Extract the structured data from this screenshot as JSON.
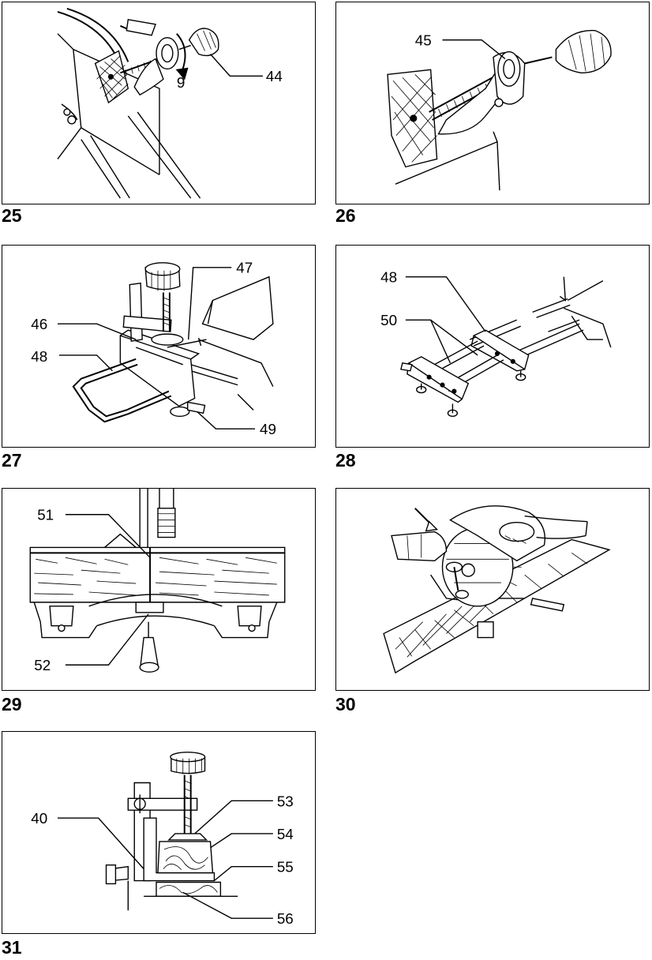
{
  "figures": [
    {
      "number": "25",
      "callouts": [
        "44",
        "9"
      ]
    },
    {
      "number": "26",
      "callouts": [
        "45"
      ]
    },
    {
      "number": "27",
      "callouts": [
        "47",
        "46",
        "48",
        "49"
      ]
    },
    {
      "number": "28",
      "callouts": [
        "48",
        "50"
      ]
    },
    {
      "number": "29",
      "callouts": [
        "51",
        "52"
      ]
    },
    {
      "number": "30",
      "callouts": []
    },
    {
      "number": "31",
      "callouts": [
        "53",
        "40",
        "54",
        "55",
        "56"
      ]
    }
  ]
}
